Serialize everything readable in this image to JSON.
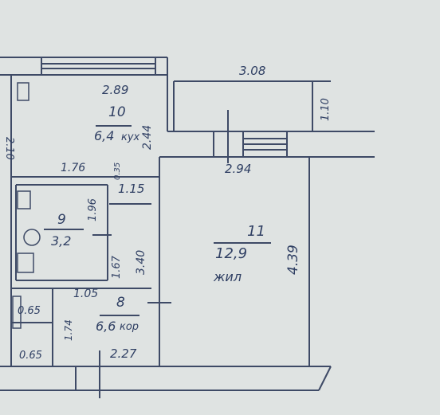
{
  "rooms": [
    {
      "number": "10",
      "area": "6,4",
      "type": "кух"
    },
    {
      "number": "9",
      "area": "3,2",
      "type": ""
    },
    {
      "number": "11",
      "area": "12,9",
      "type": "жил"
    },
    {
      "number": "8",
      "area": "6,6",
      "type": "кор"
    }
  ],
  "dimensions": {
    "balcony_width": "3.08",
    "balcony_depth": "1.10",
    "kitchen_width": "2.89",
    "kitchen_height": "2.44",
    "kitchen_left": "2.10",
    "kitchen_bottom": "1.76",
    "partition": "0.35",
    "bath_height": "1.96",
    "bath_width": "1.15",
    "room_width": "2.94",
    "room_height": "4.39",
    "hall_height_a": "1.67",
    "hall_height_b": "3.40",
    "hall_width_top": "1.05",
    "closet_top": "0.65",
    "closet_side": "1.74",
    "closet_bottom": "0.65",
    "corridor_width": "2.27"
  },
  "colors": {
    "paper": "#dfe3e2",
    "line": "#3e4a66",
    "ink": "#2f3f63"
  }
}
